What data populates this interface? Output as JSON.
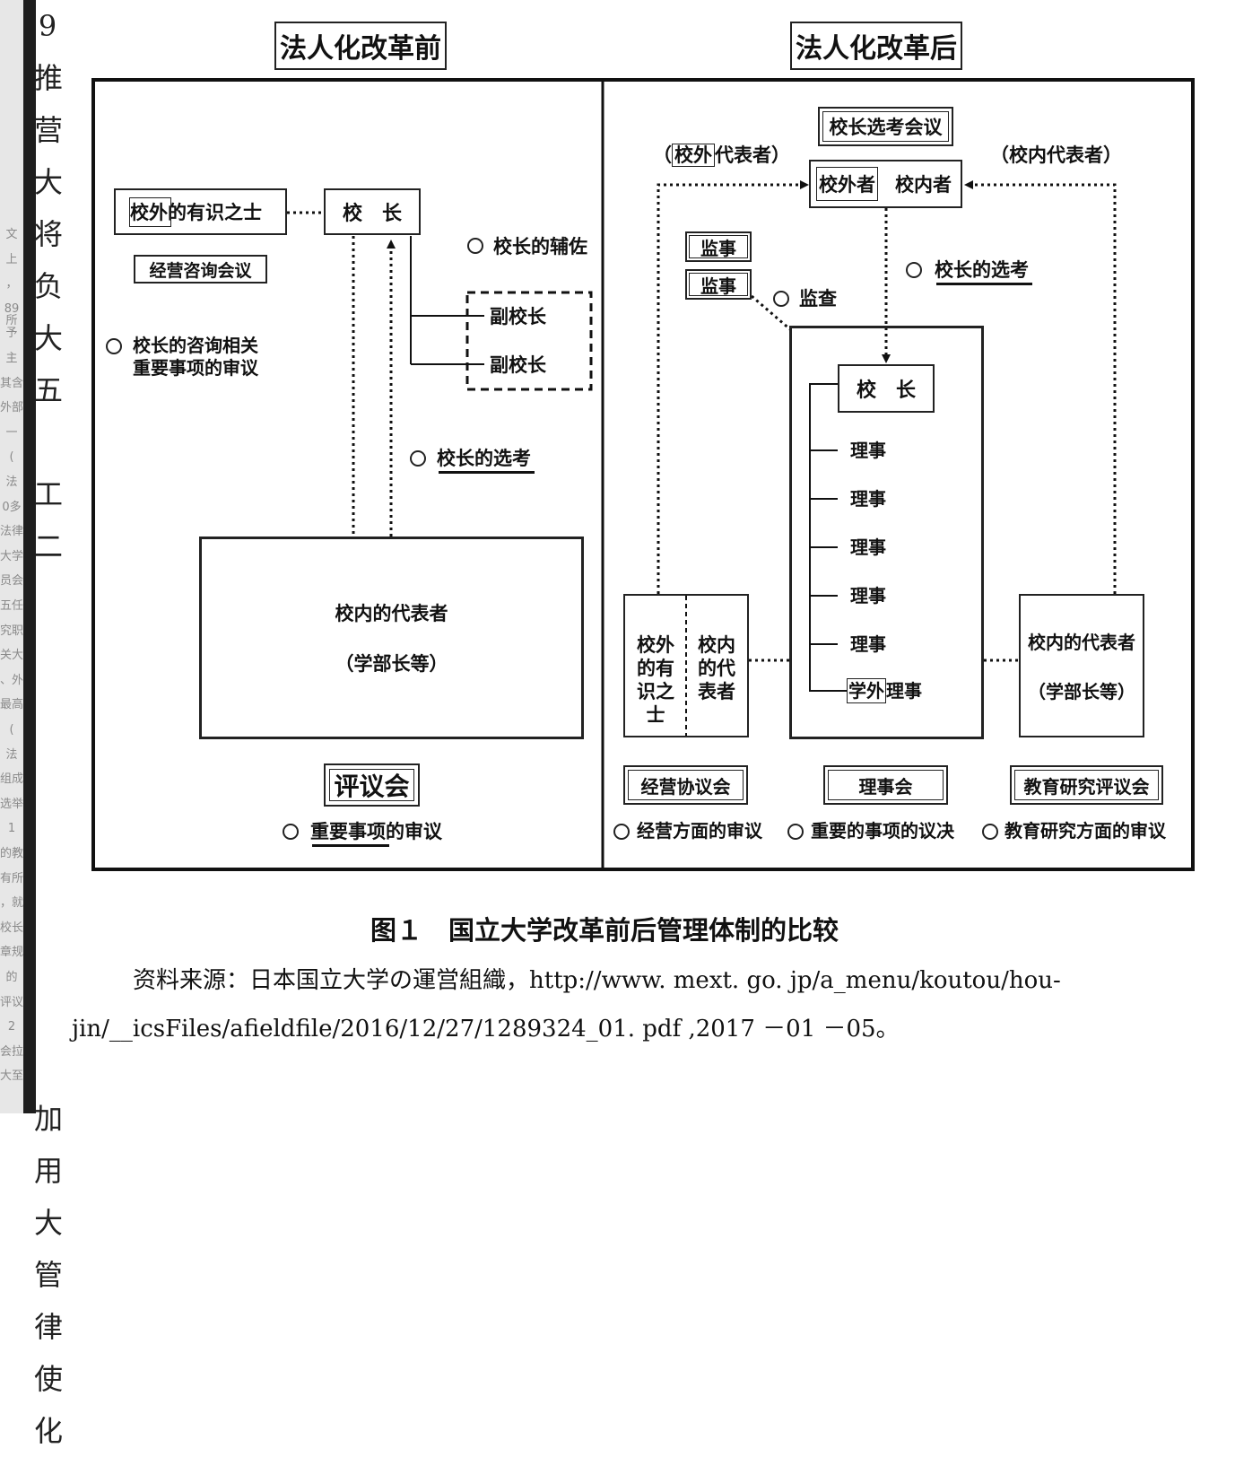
{
  "side_strip": {
    "fragments": [
      "文",
      "上",
      "，",
      "89所",
      "予",
      "主",
      "其含",
      "外部",
      "一",
      "(",
      "法",
      "0多",
      "法律",
      "大学",
      "员会",
      "五任",
      "究职",
      "关大",
      "、外",
      "最高",
      "(",
      "法",
      "组成",
      "选举",
      "1",
      "的教",
      "有所",
      "，就",
      "校长",
      "章规",
      "的",
      "评议",
      "2",
      "会拉",
      "大至"
    ]
  },
  "vertical_text": [
    "9",
    "推",
    "营",
    "大",
    "将",
    "负",
    "大",
    "五",
    "",
    "工",
    "二",
    "",
    "",
    "",
    "",
    "",
    "",
    "",
    "",
    "",
    "",
    "加",
    "用",
    "大",
    "管",
    "律",
    "使",
    "化"
  ],
  "left_panel": {
    "header": "法人化改革前",
    "president": "校　长",
    "external_experts_prefix": "校外",
    "external_experts_suffix": "的有识之士",
    "management_council": "经营咨询会议",
    "consult_note": "校长的咨询相关\n重要事项的审议",
    "assist_note": "校长的辅佐",
    "vice_presidents": [
      "副校长",
      "副校长"
    ],
    "selection_note": "校长的选考",
    "internal_reps_line1": "校内的代表者",
    "internal_reps_line2": "（学部长等）",
    "senate": "评议会",
    "senate_note": "重要事项的审议"
  },
  "right_panel": {
    "header": "法人化改革后",
    "selection_committee": "校长选考会议",
    "external_rep_prefix": "校外",
    "external_rep_suffix": "代表者）",
    "internal_rep_label": "（校内代表者）",
    "external_member": "校外者",
    "internal_member": "校内者",
    "auditors": [
      "监事",
      "监事"
    ],
    "audit_note": "监查",
    "selection_note": "校长的选考",
    "president": "校　长",
    "directors": [
      "理事",
      "理事",
      "理事",
      "理事",
      "理事"
    ],
    "external_director_prefix": "学外",
    "external_director_suffix": "理事",
    "mgmt_external": "校外\n的有\n识之\n士",
    "mgmt_internal": "校内\n的代\n表者",
    "edu_reps_line1": "校内的代表者",
    "edu_reps_line2": "（学部长等）",
    "mgmt_council": "经营协议会",
    "board": "理事会",
    "edu_council": "教育研究评议会",
    "mgmt_note": "经营方面的审议",
    "board_note": "重要的事项的议决",
    "edu_note": "教育研究方面的审议"
  },
  "caption": "图１　国立大学改革前后管理体制的比较",
  "source_line1": "资料来源：日本国立大学の運営組織，http://www. mext. go. jp/a_menu/koutou/hou-",
  "source_line2": "jin/__icsFiles/afieldfile/2016/12/27/1289324_01. pdf ,2017 －01 －05。"
}
